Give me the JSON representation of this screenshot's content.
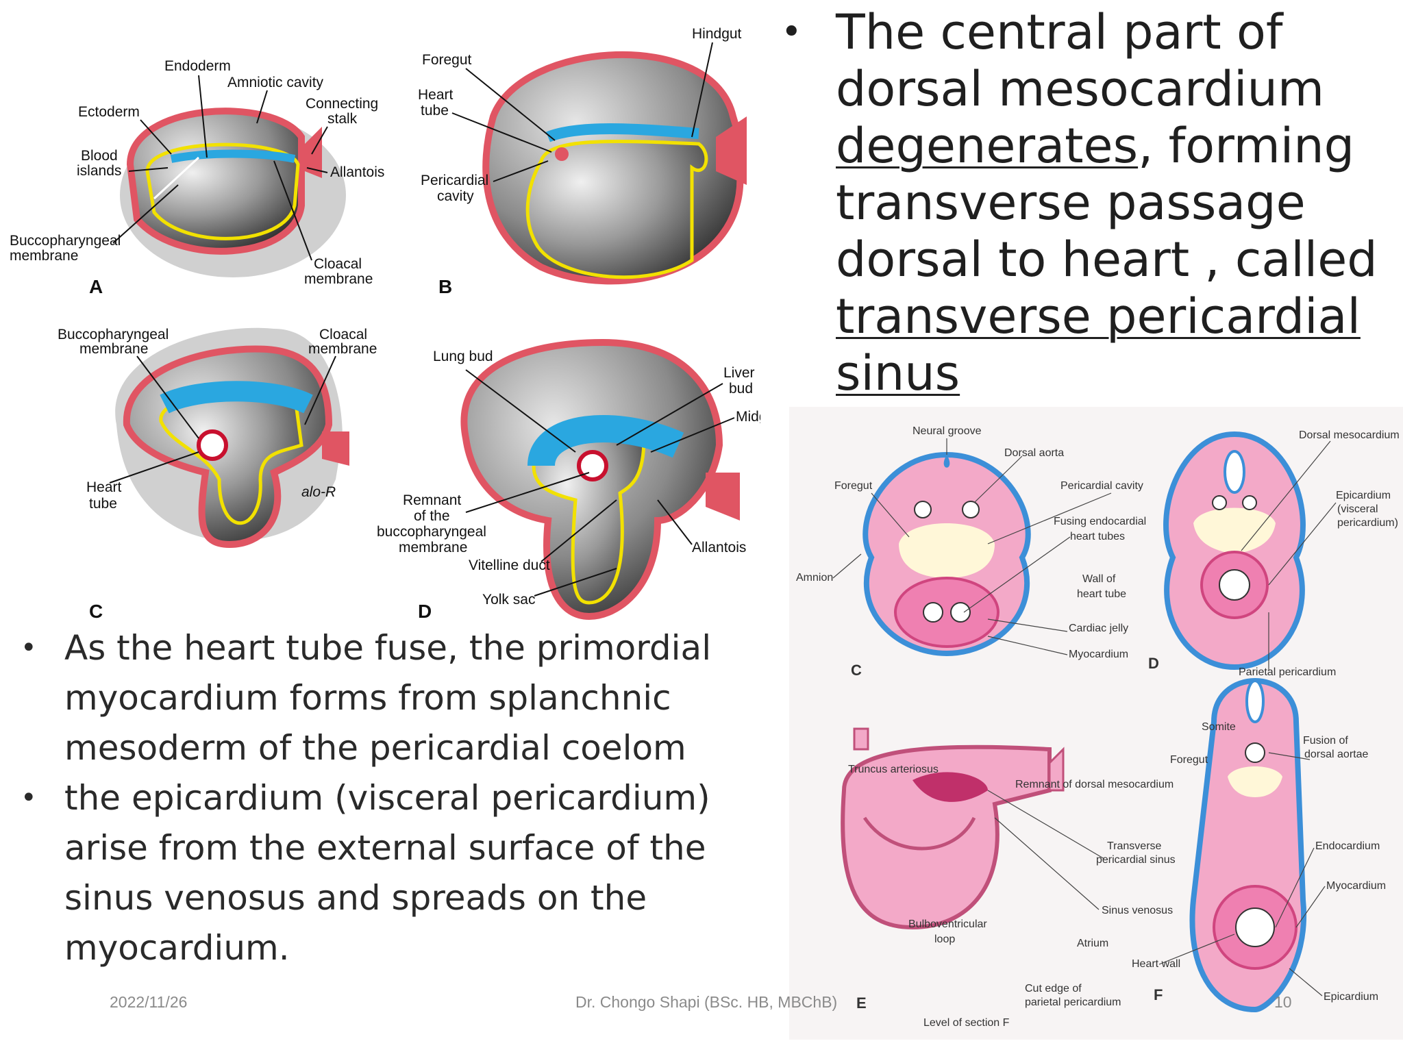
{
  "top_right_bullet": {
    "bullet": "•",
    "part1": "The central part of dorsal mesocardium ",
    "underlined1": "degenerates",
    "part2": ", forming transverse passage dorsal to heart , called ",
    "underlined2": "transverse pericardial sinus"
  },
  "bottom_left_bullets": [
    {
      "bullet": "•",
      "text": "As the heart tube fuse, the primordial myocardium forms from splanchnic mesoderm of the pericardial coelom"
    },
    {
      "bullet": "•",
      "text": "the epicardium (visceral pericardium) arise from the external surface of the sinus venosus and spreads on the myocardium."
    }
  ],
  "footer": {
    "date": "2022/11/26",
    "author": "Dr. Chongo Shapi (BSc. HB, MBChB)",
    "page": "10"
  },
  "figure_left": {
    "panel_a": "A",
    "panel_b": "B",
    "panel_c": "C",
    "panel_d": "D",
    "a_endoderm": "Endoderm",
    "a_amniotic": "Amniotic cavity",
    "a_ectoderm": "Ectoderm",
    "a_connecting1": "Connecting",
    "a_connecting2": "stalk",
    "a_blood1": "Blood",
    "a_blood2": "islands",
    "a_allantois": "Allantois",
    "a_bucco1": "Buccopharyngeal",
    "a_bucco2": "membrane",
    "a_cloacal1": "Cloacal",
    "a_cloacal2": "membrane",
    "b_hindgut": "Hindgut",
    "b_foregut": "Foregut",
    "b_heart1": "Heart",
    "b_heart2": "tube",
    "b_peric1": "Pericardial",
    "b_peric2": "cavity",
    "c_bucco1": "Buccopharyngeal",
    "c_bucco2": "membrane",
    "c_cloacal1": "Cloacal",
    "c_cloacal2": "membrane",
    "c_heart1": "Heart",
    "c_heart2": "tube",
    "c_signature": "alo-R",
    "d_lung": "Lung bud",
    "d_liver1": "Liver",
    "d_liver2": "bud",
    "d_midgut": "Midgut",
    "d_remnant1": "Remnant",
    "d_remnant2": "of the",
    "d_remnant3": "buccopharyngeal",
    "d_remnant4": "membrane",
    "d_allantois": "Allantois",
    "d_vitelline": "Vitelline duct",
    "d_yolk": "Yolk sac"
  },
  "figure_right": {
    "panel_c": "C",
    "panel_d": "D",
    "panel_e": "E",
    "panel_f": "F",
    "neural_groove": "Neural groove",
    "dorsal_aorta": "Dorsal aorta",
    "foregut": "Foregut",
    "pericardial_cavity": "Pericardial cavity",
    "fusing1": "Fusing endocardial",
    "fusing2": "heart tubes",
    "amnion": "Amnion",
    "wall1": "Wall of",
    "wall2": "heart tube",
    "cardiac_jelly": "Cardiac jelly",
    "myocardium_c": "Myocardium",
    "dorsal_meso": "Dorsal mesocardium",
    "epicardium1": "Epicardium",
    "epicardium2": "(visceral",
    "epicardium3": "pericardium)",
    "parietal": "Parietal pericardium",
    "somite": "Somite",
    "fusion1": "Fusion of",
    "fusion2": "dorsal aortae",
    "truncus": "Truncus arteriosus",
    "foregut_f": "Foregut",
    "remnant_dm": "Remnant of dorsal mesocardium",
    "transverse1": "Transverse",
    "transverse2": "pericardial sinus",
    "endocardium": "Endocardium",
    "myocardium_f": "Myocardium",
    "sinus_venosus": "Sinus venosus",
    "bulbo1": "Bulboventricular",
    "bulbo2": "loop",
    "atrium": "Atrium",
    "heart_wall": "Heart wall",
    "cut_edge1": "Cut edge of",
    "cut_edge2": "parietal pericardium",
    "epicardium_f": "Epicardium",
    "level": "Level of section F"
  }
}
